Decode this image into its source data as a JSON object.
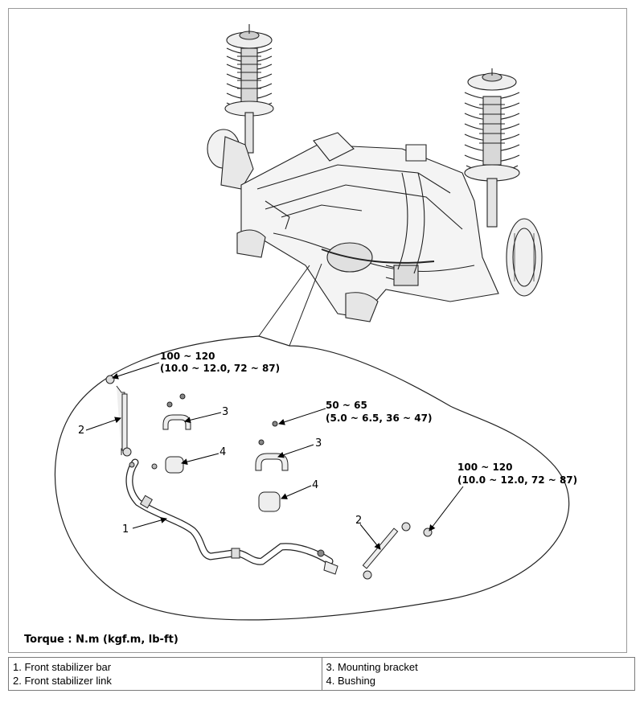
{
  "torques": {
    "t1_value": "100 ~ 120",
    "t1_detail": "(10.0 ~ 12.0, 72 ~ 87)",
    "t2_value": "50 ~ 65",
    "t2_detail": "(5.0 ~ 6.5, 36 ~ 47)",
    "t3_value": "100 ~ 120",
    "t3_detail": "(10.0 ~ 12.0, 72 ~ 87)"
  },
  "callouts": {
    "c1": "1",
    "c2_left": "2",
    "c2_right": "2",
    "c3_left": "3",
    "c3_right": "3",
    "c4_left": "4",
    "c4_right": "4"
  },
  "torque_unit_note": "Torque : N.m (kgf.m, lb-ft)",
  "legend": {
    "items": [
      "1. Front stabilizer bar",
      "2. Front stabilizer link",
      "3. Mounting bracket",
      "4. Bushing"
    ]
  }
}
